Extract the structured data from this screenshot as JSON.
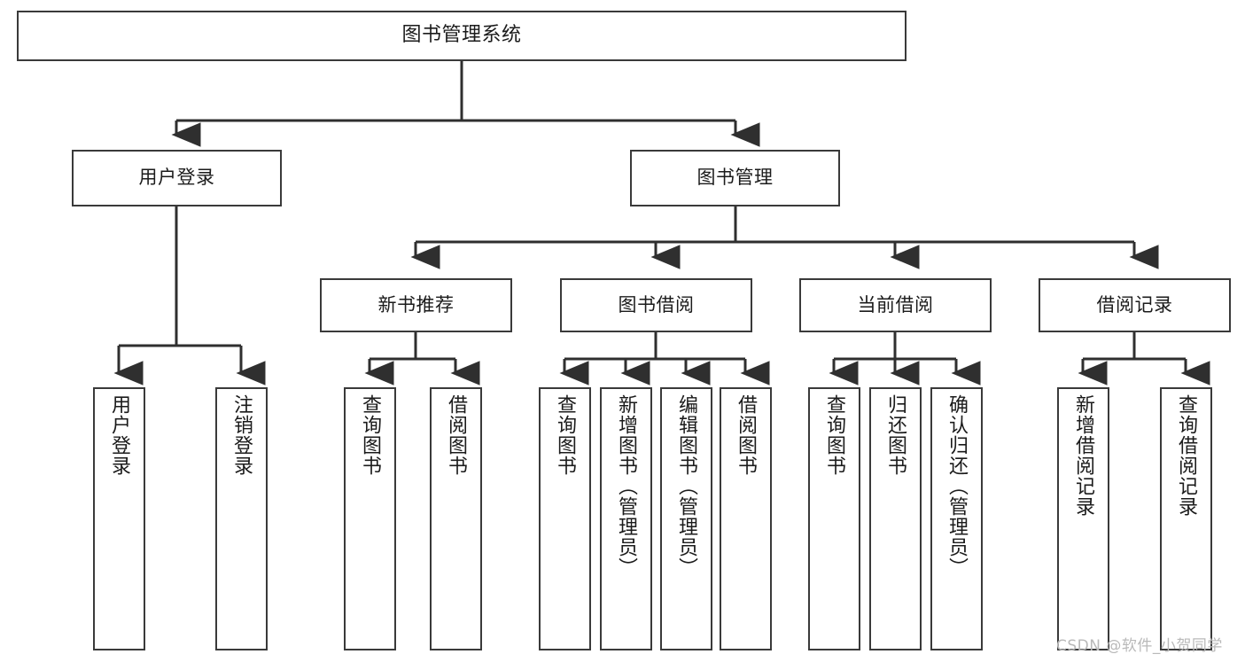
{
  "diagram": {
    "title": "图书管理系统",
    "type": "hierarchy-tree",
    "orientation": "top-down",
    "colors": {
      "box_border": "#3a3a3a",
      "box_fill": "#ffffff",
      "edge": "#2f2f2f",
      "text": "#1b1b1b",
      "watermark": "#b9b9b9"
    },
    "levels": {
      "level1": [
        {
          "id": "root",
          "label": "图书管理系统"
        }
      ],
      "level2": [
        {
          "id": "user-login",
          "label": "用户登录"
        },
        {
          "id": "book-manage",
          "label": "图书管理"
        }
      ],
      "level3": [
        {
          "id": "new-book-recommend",
          "label": "新书推荐"
        },
        {
          "id": "book-borrow",
          "label": "图书借阅"
        },
        {
          "id": "current-borrow",
          "label": "当前借阅"
        },
        {
          "id": "borrow-record",
          "label": "借阅记录"
        }
      ],
      "level4": [
        {
          "id": "leaf-user-login",
          "label": "用户登录",
          "parent": "user-login"
        },
        {
          "id": "leaf-logout-login",
          "label": "注销登录",
          "parent": "user-login"
        },
        {
          "id": "leaf-query-book-1",
          "label": "查询图书",
          "parent": "new-book-recommend"
        },
        {
          "id": "leaf-borrow-book-1",
          "label": "借阅图书",
          "parent": "new-book-recommend"
        },
        {
          "id": "leaf-query-book-2",
          "label": "查询图书",
          "parent": "book-borrow"
        },
        {
          "id": "leaf-add-book",
          "label": "新增图书（管理员）",
          "parent": "book-borrow"
        },
        {
          "id": "leaf-edit-book",
          "label": "编辑图书（管理员）",
          "parent": "book-borrow"
        },
        {
          "id": "leaf-borrow-book-2",
          "label": "借阅图书",
          "parent": "book-borrow"
        },
        {
          "id": "leaf-query-book-3",
          "label": "查询图书",
          "parent": "current-borrow"
        },
        {
          "id": "leaf-return-book",
          "label": "归还图书",
          "parent": "current-borrow"
        },
        {
          "id": "leaf-confirm-return",
          "label": "确认归还（管理员）",
          "parent": "current-borrow"
        },
        {
          "id": "leaf-add-record",
          "label": "新增借阅记录",
          "parent": "borrow-record"
        },
        {
          "id": "leaf-query-record",
          "label": "查询借阅记录",
          "parent": "borrow-record"
        }
      ]
    }
  },
  "watermark": {
    "text": "CSDN @软件_小贺同学"
  }
}
